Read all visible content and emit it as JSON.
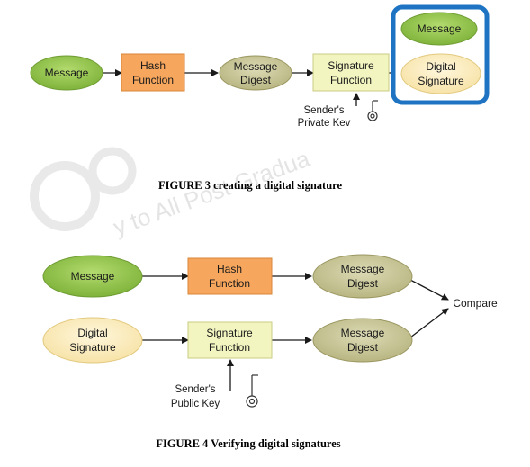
{
  "figure3": {
    "message": "Message",
    "hash_line1": "Hash",
    "hash_line2": "Function",
    "digest_line1": "Message",
    "digest_line2": "Digest",
    "sig_line1": "Signature",
    "sig_line2": "Function",
    "key_line1": "Sender's",
    "key_line2": "Private Kev",
    "out_message": "Message",
    "out_sig_line1": "Digital",
    "out_sig_line2": "Signature",
    "caption": "FIGURE 3 creating a digital signature"
  },
  "figure4": {
    "message": "Message",
    "hash_line1": "Hash",
    "hash_line2": "Function",
    "digest1_line1": "Message",
    "digest1_line2": "Digest",
    "sig_in_line1": "Digital",
    "sig_in_line2": "Signature",
    "sig_line1": "Signature",
    "sig_line2": "Function",
    "digest2_line1": "Message",
    "digest2_line2": "Digest",
    "compare": "Compare",
    "key_line1": "Sender's",
    "key_line2": "Public Key",
    "caption": "FIGURE 4 Verifying digital signatures"
  },
  "watermark": {
    "text": "y to All Post Gradua"
  },
  "colors": {
    "green": "#8fc34a",
    "olive": "#c9c89a",
    "orange": "#f5a45a",
    "pale_yellow": "#f2f5c0",
    "cream": "#fbeec4",
    "highlight": "#1e74c2"
  }
}
